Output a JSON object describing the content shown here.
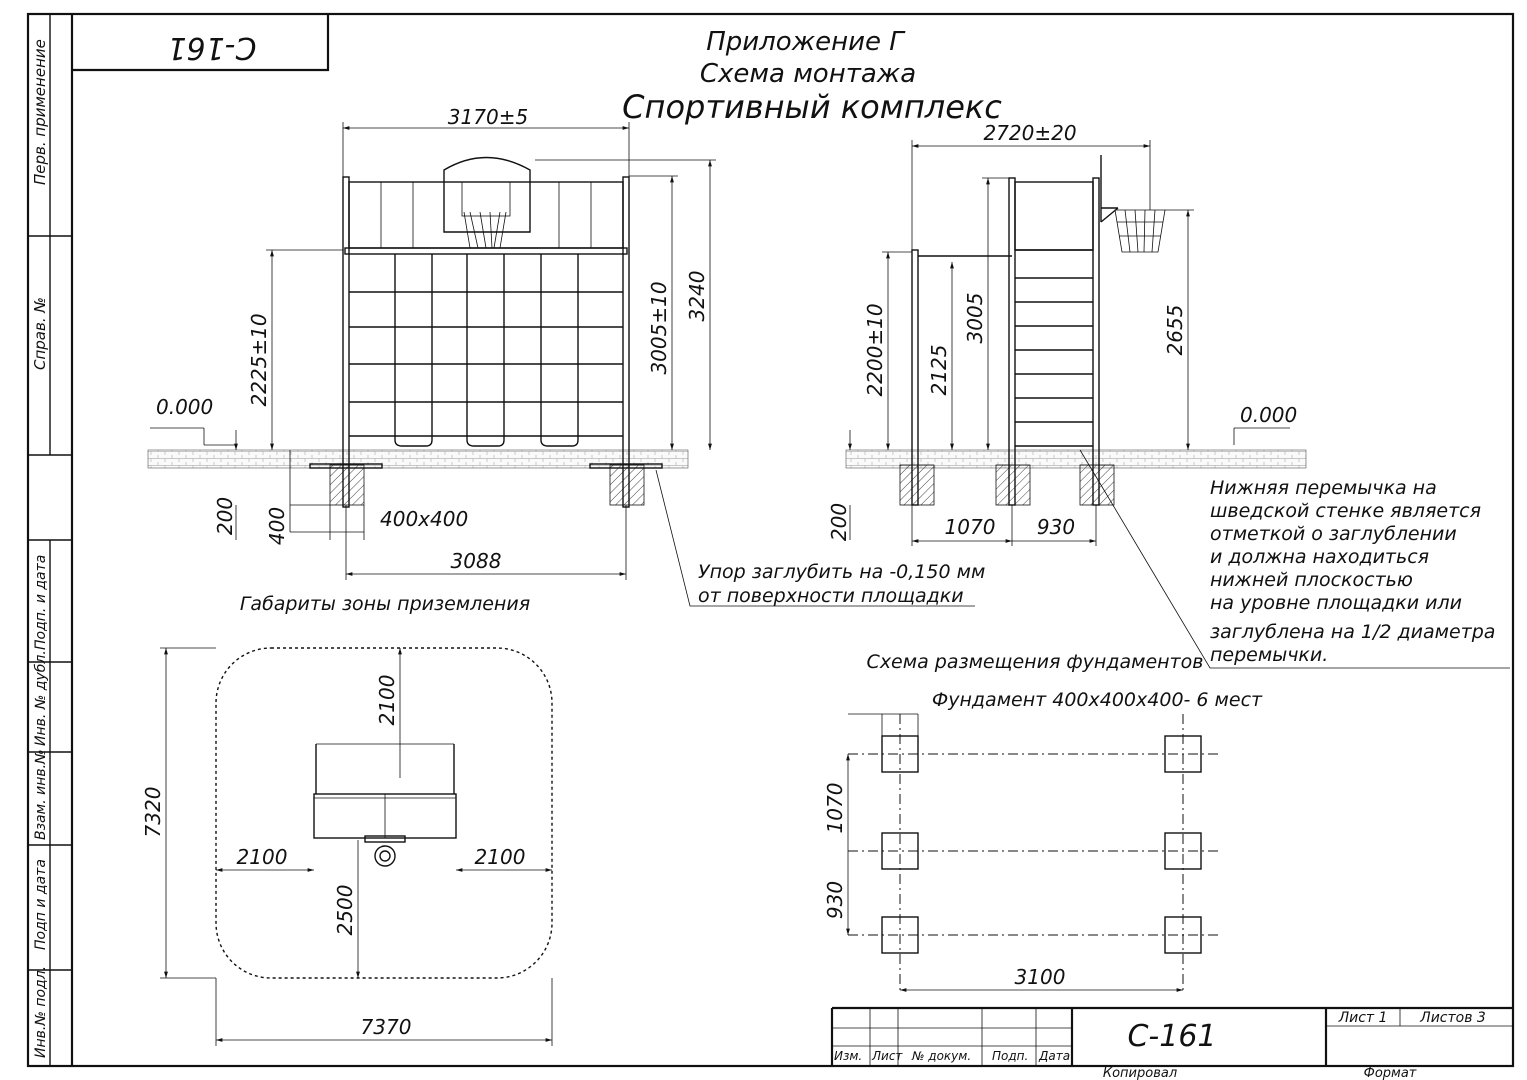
{
  "drawing": {
    "code_top": "C-161",
    "appendix": "Приложение Г",
    "scheme": "Схема монтажа",
    "product": "Спортивный комплекс"
  },
  "side_frame": {
    "perv_primenenie": "Перв. применение",
    "sprav_no": "Справ. №",
    "podp_i_data_1": "Подп. и дата",
    "inv_dubl": "Инв. № дубл.",
    "vzam_inv": "Взам. инв.№",
    "podp_i_data_2": "Подп и дата",
    "inv_podl": "Инв.№ подл."
  },
  "front_view": {
    "width": "3170±5",
    "h_grid": "2225±10",
    "h_pole": "3005±10",
    "h_total": "3240",
    "level": "0.000",
    "depth": "200",
    "foot": "400",
    "foundation": "400x400",
    "base": "3088"
  },
  "side_view": {
    "width": "2720±20",
    "h_bar": "2200±10",
    "h_2125": "2125",
    "h_3005": "3005",
    "h_hoop": "2655",
    "level": "0.000",
    "depth": "200",
    "d1": "1070",
    "d2": "930"
  },
  "notes": {
    "stop": [
      "Упор заглубить на -0,150 мм",
      "от поверхности площадки"
    ],
    "lower_bar": [
      "Нижняя перемычка на",
      "шведской стенке является",
      "отметкой о заглублении",
      "и должна находиться",
      "нижней плоскостью",
      "на уровне площадки или",
      "заглублена на 1/2 диаметра",
      "перемычки."
    ]
  },
  "landing_zone": {
    "title": "Габариты зоны приземления",
    "top": "2100",
    "left": "2100",
    "right": "2100",
    "bottom": "2500",
    "height": "7320",
    "width": "7370"
  },
  "foundation_plan": {
    "title": "Схема размещения фундаментов",
    "subtitle": "Фундамент 400х400х400- 6 мест",
    "d1": "1070",
    "d2": "930",
    "width": "3100"
  },
  "title_block": {
    "code": "C-161",
    "sheet": "Лист 1",
    "sheets": "Листов 3",
    "col_izm": "Изм.",
    "col_list": "Лист",
    "col_dokum": "№ докум.",
    "col_podp": "Подп.",
    "col_data": "Дата",
    "copied": "Копировал",
    "format": "Формат"
  }
}
